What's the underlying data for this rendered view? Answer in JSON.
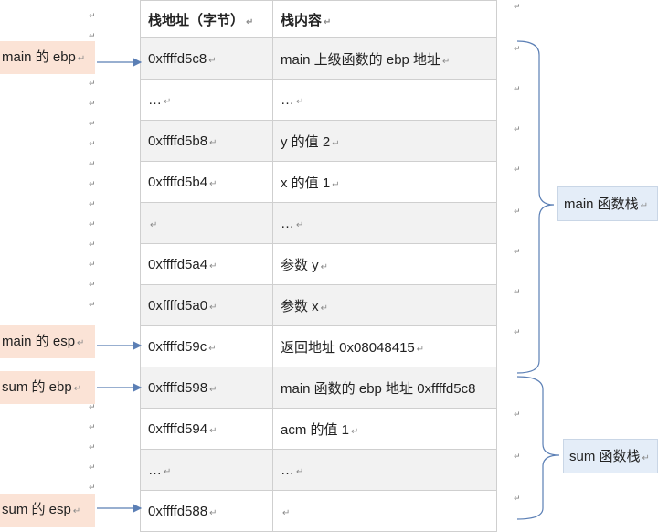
{
  "header": {
    "address_col": "栈地址（字节）",
    "content_col": "栈内容"
  },
  "rows": [
    {
      "address": "0xffffd5c8",
      "content": "main 上级函数的 ebp 地址"
    },
    {
      "address": "…",
      "content": "…"
    },
    {
      "address": "0xffffd5b8",
      "content": "y 的值 2"
    },
    {
      "address": "0xffffd5b4",
      "content": "x 的值 1"
    },
    {
      "address": "",
      "content": "…"
    },
    {
      "address": "0xffffd5a4",
      "content": "参数 y"
    },
    {
      "address": "0xffffd5a0",
      "content": "参数 x"
    },
    {
      "address": "0xffffd59c",
      "content": "返回地址  0x08048415"
    },
    {
      "address": "0xffffd598",
      "content": "main 函数的 ebp 地址 0xffffd5c8"
    },
    {
      "address": "0xffffd594",
      "content": "acm 的值 1"
    },
    {
      "address": "…",
      "content": "…"
    },
    {
      "address": "0xffffd588",
      "content": ""
    }
  ],
  "pointers": {
    "main_ebp": "main 的 ebp",
    "main_esp": "main 的 esp",
    "sum_ebp": "sum 的 ebp",
    "sum_esp": "sum 的 esp"
  },
  "frames": {
    "main": "main 函数栈",
    "sum": "sum 函数栈"
  },
  "paragraph_mark": "↵",
  "colors": {
    "pointer_bg": "#fbe3d6",
    "frame_bg": "#e4edf8",
    "arrow": "#5b7fb5",
    "bracket": "#5b7fb5",
    "shade": "#f2f2f2"
  }
}
